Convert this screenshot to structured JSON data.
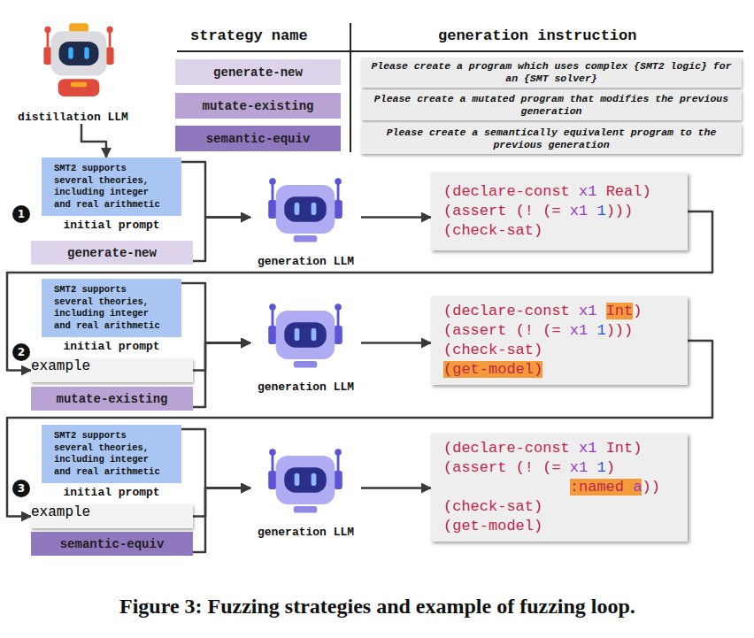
{
  "diagram": {
    "caption": "Figure 3: Fuzzing strategies and example of fuzzing loop.",
    "nodes": [
      {
        "text": [
          "distillation LLM"
        ]
      },
      {
        "text": [
          "generate-new"
        ]
      },
      {
        "text": [
          "Please create a program which uses complex {SMT2 logic} for an {SMT solver}"
        ]
      },
      {
        "text": [
          "mutate-existing"
        ]
      },
      {
        "text": [
          "Please create a mutated program that modifies the previous generation"
        ]
      },
      {
        "text": [
          "semantic-equiv"
        ]
      },
      {
        "text": [
          "Please create a semantically equivalent program to the previous generation"
        ]
      },
      {
        "text": [
          "SMT2 supports several theories, including integer and real arithmetic",
          "initial prompt"
        ]
      },
      {
        "text": [
          "generate-new"
        ]
      },
      {
        "text": [
          "generation LLM"
        ]
      },
      {
        "text": [
          "(declare-const x1 Real)",
          "(assert (! (= x1 1)))",
          "(check-sat)"
        ]
      },
      {
        "text": [
          "SMT2 supports several theories, including integer and real arithmetic",
          "initial prompt"
        ]
      },
      {
        "text": [
          "example"
        ]
      },
      {
        "text": [
          "mutate-existing"
        ]
      },
      {
        "text": [
          "generation LLM"
        ]
      },
      {
        "text": [
          "(declare-const x1 Int)",
          "(assert (! (= x1 1)))",
          "(check-sat)",
          "(get-model)"
        ]
      },
      {
        "text": [
          "SMT2 supports several theories, including integer and real arithmetic",
          "initial prompt"
        ]
      },
      {
        "text": [
          "example"
        ]
      },
      {
        "text": [
          "semantic-equiv"
        ]
      },
      {
        "text": [
          "generation LLM"
        ]
      },
      {
        "text": [
          "(declare-const x1 Int)",
          "(assert (! (= x1 1)",
          ":named a))",
          "(check-sat)",
          "(get-model)"
        ]
      }
    ],
    "edges": [
      {
        "from": 0,
        "to": 7,
        "arrow": "to"
      },
      {
        "from": 7,
        "to": 9,
        "arrow": "to"
      },
      {
        "from": 8,
        "to": 9,
        "arrow": "to"
      },
      {
        "from": 9,
        "to": 10,
        "arrow": "to"
      },
      {
        "from": 10,
        "to": 12,
        "arrow": "to"
      },
      {
        "from": 11,
        "to": 14,
        "arrow": "to"
      },
      {
        "from": 12,
        "to": 14,
        "arrow": "to"
      },
      {
        "from": 13,
        "to": 14,
        "arrow": "to"
      },
      {
        "from": 14,
        "to": 15,
        "arrow": "to"
      },
      {
        "from": 15,
        "to": 17,
        "arrow": "to"
      },
      {
        "from": 16,
        "to": 19,
        "arrow": "to"
      },
      {
        "from": 17,
        "to": 19,
        "arrow": "to"
      },
      {
        "from": 18,
        "to": 19,
        "arrow": "to"
      },
      {
        "from": 19,
        "to": 20,
        "arrow": "to"
      }
    ],
    "labels": [
      "strategy name",
      "generation instruction",
      "1",
      "2",
      "3"
    ]
  }
}
